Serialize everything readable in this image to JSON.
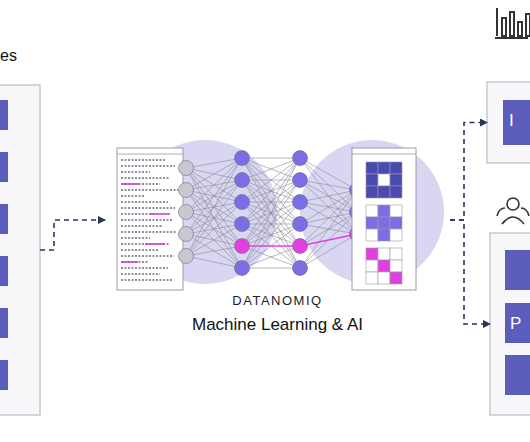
{
  "diagram": {
    "nodes": [
      {
        "text": [
          "es"
        ]
      },
      {
        "text": [
          "DATANOMIQ",
          "Machine Learning & AI"
        ]
      },
      {
        "text": [
          "I"
        ]
      },
      {
        "text": [
          "P"
        ]
      }
    ],
    "edges": [
      {
        "from": 0,
        "to": 1,
        "arrow": "to"
      },
      {
        "from": 1,
        "to": 2,
        "arrow": "to"
      },
      {
        "from": 1,
        "to": 3,
        "arrow": "to"
      }
    ]
  }
}
